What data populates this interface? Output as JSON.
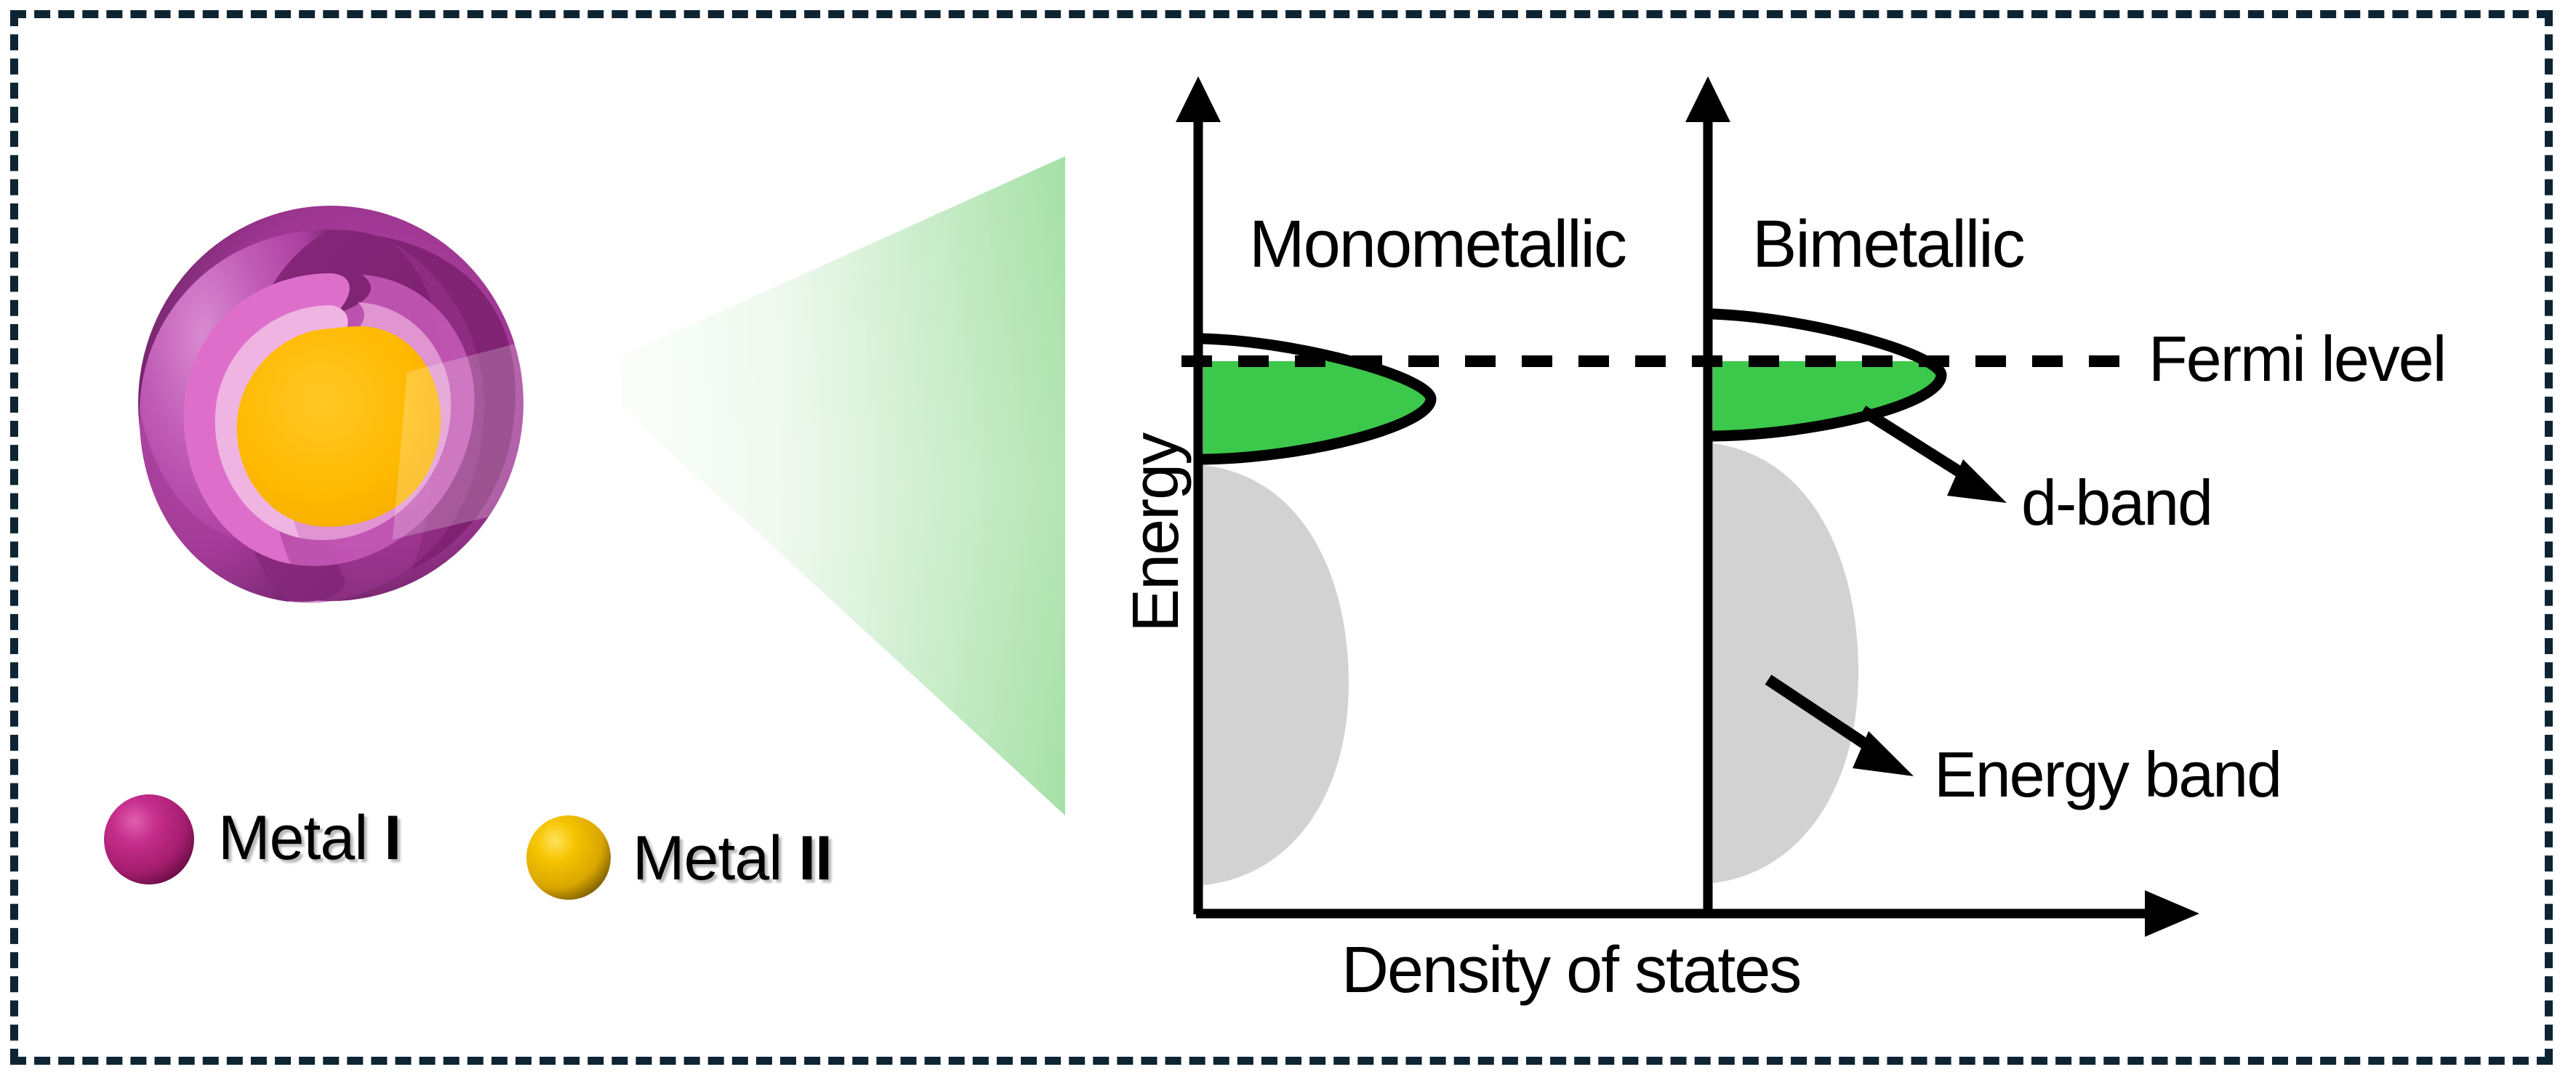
{
  "figure": {
    "border_color": "#0d2433",
    "background": "#ffffff"
  },
  "nanoparticle": {
    "name": "core-shell bimetallic nanoparticle cutaway",
    "shell_color": "#b84ab0",
    "shell_dark_color": "#7d2270",
    "inner_shell_light": "#e99fd9",
    "inner_shell_mid": "#dd6fcb",
    "core_color": "#ffb900"
  },
  "beam": {
    "name": "magnification cone",
    "color": "#8fd88f"
  },
  "legend": {
    "items": [
      {
        "label_text": "Metal ",
        "label_numeral": "I",
        "marker_color": "#a51d6e",
        "marker": "sphere-marker-metal-1"
      },
      {
        "label_text": "Metal ",
        "label_numeral": "II",
        "marker_color": "#e8b200",
        "marker": "sphere-marker-metal-2"
      }
    ]
  },
  "chart_data": {
    "type": "area",
    "title": "",
    "xlabel": "Density of states",
    "ylabel": "Energy",
    "grid": false,
    "legend_position": "none",
    "fermi_level": {
      "label": "Fermi level",
      "style": "dashed",
      "color": "#000000",
      "y_value": 0
    },
    "annotations": [
      {
        "text": "d-band",
        "target": "bimetallic-d-band",
        "arrow": true
      },
      {
        "text": "Energy band",
        "target": "bimetallic-energy-band",
        "arrow": true
      }
    ],
    "panels": [
      {
        "name": "Monometallic",
        "d_band": {
          "label": "d-band",
          "fill_color": "#3cc84a",
          "outline_color": "#000000",
          "top_energy": 0.38,
          "bottom_energy": -1.55,
          "center_energy": -0.58,
          "width_max": 2.55,
          "filled_below_fermi": true,
          "fraction_above_fermi": 0.2
        },
        "energy_band": {
          "label": "Energy band",
          "fill_color": "#d2d2d2",
          "top_energy": -1.62,
          "bottom_energy": -5.65,
          "width_max": 1.95
        }
      },
      {
        "name": "Bimetallic",
        "d_band": {
          "label": "d-band",
          "fill_color": "#3cc84a",
          "outline_color": "#000000",
          "top_energy": 0.79,
          "bottom_energy": -1.18,
          "center_energy": -0.2,
          "width_max": 2.85,
          "filled_below_fermi": true,
          "fraction_above_fermi": 0.4
        },
        "energy_band": {
          "label": "Energy band",
          "fill_color": "#d2d2d2",
          "top_energy": -1.25,
          "bottom_energy": -5.65,
          "width_max": 1.95
        }
      }
    ],
    "axes": {
      "y_arrow": true,
      "x_arrow": true,
      "x_tick_labels": [],
      "y_tick_labels": []
    }
  }
}
